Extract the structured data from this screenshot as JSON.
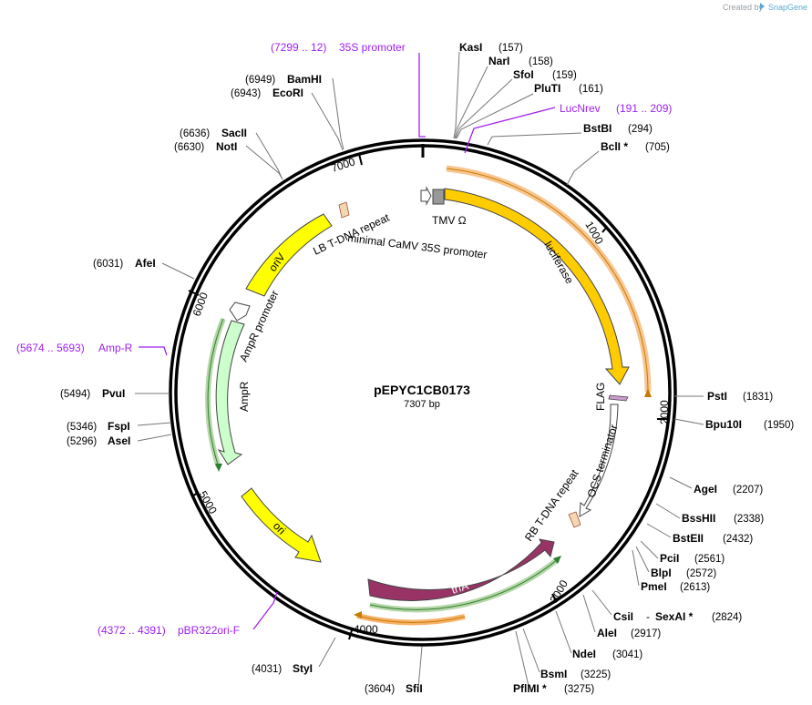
{
  "credit": {
    "text": "Created by",
    "brand": "SnapGene"
  },
  "plasmid": {
    "name": "pEPYC1CB0173",
    "length_label": "7307 bp",
    "length": 7307
  },
  "ticks": [
    "1000",
    "2000",
    "3000",
    "4000",
    "5000",
    "6000",
    "7000"
  ],
  "enzymes": [
    {
      "name": "KasI",
      "pos": "(157)"
    },
    {
      "name": "NarI",
      "pos": "(158)"
    },
    {
      "name": "SfoI",
      "pos": "(159)"
    },
    {
      "name": "PluTI",
      "pos": "(161)"
    },
    {
      "name": "BstBI",
      "pos": "(294)"
    },
    {
      "name": "BclI *",
      "pos": "(705)"
    },
    {
      "name": "PstI",
      "pos": "(1831)"
    },
    {
      "name": "Bpu10I",
      "pos": "(1950)"
    },
    {
      "name": "AgeI",
      "pos": "(2207)"
    },
    {
      "name": "BssHII",
      "pos": "(2338)"
    },
    {
      "name": "BstEII",
      "pos": "(2432)"
    },
    {
      "name": "PciI",
      "pos": "(2561)"
    },
    {
      "name": "BlpI",
      "pos": "(2572)"
    },
    {
      "name": "PmeI",
      "pos": "(2613)"
    },
    {
      "name": "CsiI",
      "pos": "(2824)",
      "name2": "SexAI *"
    },
    {
      "name": "AleI",
      "pos": "(2917)"
    },
    {
      "name": "NdeI",
      "pos": "(3041)"
    },
    {
      "name": "BsmI",
      "pos": "(3225)"
    },
    {
      "name": "PflMI *",
      "pos": "(3275)"
    },
    {
      "name": "SfiI",
      "pos": "(3604)"
    },
    {
      "name": "StyI",
      "pos": "(4031)"
    },
    {
      "name": "AseI",
      "pos": "(5296)"
    },
    {
      "name": "FspI",
      "pos": "(5346)"
    },
    {
      "name": "PvuI",
      "pos": "(5494)"
    },
    {
      "name": "AfeI",
      "pos": "(6031)"
    },
    {
      "name": "NotI",
      "pos": "(6630)"
    },
    {
      "name": "SacII",
      "pos": "(6636)"
    },
    {
      "name": "EcoRI",
      "pos": "(6943)"
    },
    {
      "name": "BamHI",
      "pos": "(6949)"
    }
  ],
  "primers": [
    {
      "range": "(7299 .. 12)",
      "name": "35S promoter"
    },
    {
      "range": "(191 .. 209)",
      "name": "LucNrev"
    },
    {
      "range": "(5674 .. 5693)",
      "name": "Amp-R"
    },
    {
      "range": "(4372 .. 4391)",
      "name": "pBR322ori-F"
    }
  ],
  "features": [
    {
      "name": "luciferase",
      "color": "#ffcc00"
    },
    {
      "name": "TMV Ω",
      "color": "#999999"
    },
    {
      "name": "minimal CaMV 35S promoter",
      "color": "#ffffff"
    },
    {
      "name": "LB T-DNA repeat",
      "color": "#f5d6b3"
    },
    {
      "name": "oriV",
      "color": "#ffff00"
    },
    {
      "name": "AmpR promoter",
      "color": "#ffffff"
    },
    {
      "name": "AmpR",
      "color": "#ccffcc"
    },
    {
      "name": "ori",
      "color": "#ffff00"
    },
    {
      "name": "trfA",
      "color": "#993366"
    },
    {
      "name": "RB T-DNA repeat",
      "color": "#f5d6b3"
    },
    {
      "name": "OCS terminator",
      "color": "#ffffff"
    },
    {
      "name": "FLAG",
      "color": "#cc99cc"
    }
  ]
}
